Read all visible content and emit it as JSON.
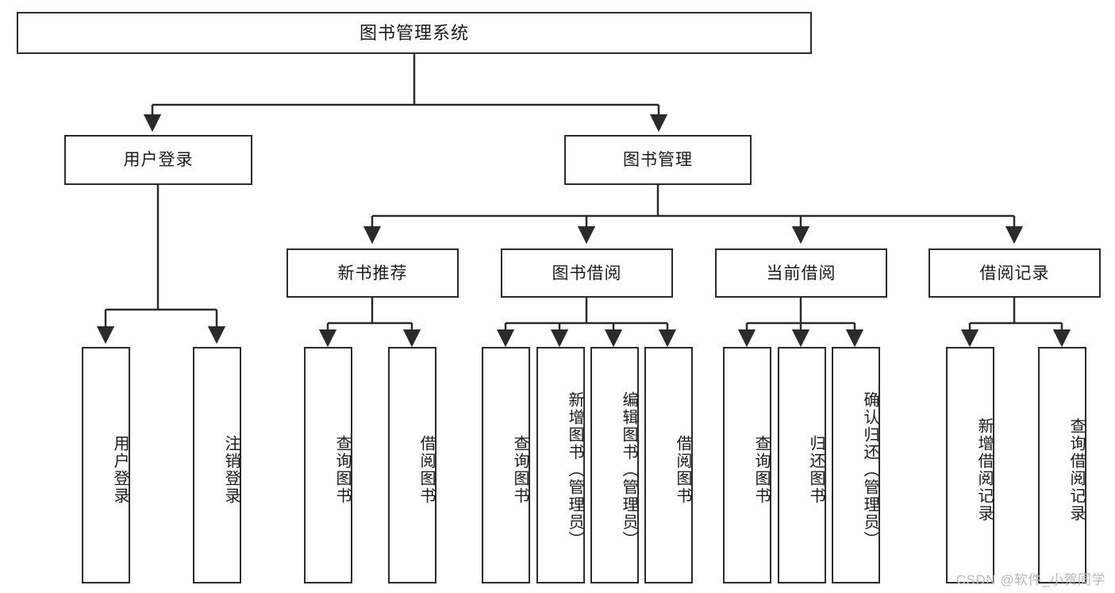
{
  "diagram": {
    "type": "tree-hierarchy",
    "title": "图书管理系统",
    "watermark": "CSDN @软件_小贺同学",
    "levels": {
      "root": {
        "label": "图书管理系统"
      },
      "level1": [
        {
          "id": "user-login",
          "label": "用户登录"
        },
        {
          "id": "book-manage",
          "label": "图书管理"
        }
      ],
      "level2": [
        {
          "id": "new-book-rec",
          "label": "新书推荐",
          "parent": "book-manage"
        },
        {
          "id": "book-borrow",
          "label": "图书借阅",
          "parent": "book-manage"
        },
        {
          "id": "current-borrow",
          "label": "当前借阅",
          "parent": "book-manage"
        },
        {
          "id": "borrow-record",
          "label": "借阅记录",
          "parent": "book-manage"
        }
      ],
      "leaves": [
        {
          "id": "leaf-user-login",
          "label": "用户登录",
          "parent": "user-login"
        },
        {
          "id": "leaf-logout",
          "label": "注销登录",
          "parent": "user-login"
        },
        {
          "id": "leaf-query-book-1",
          "label": "查询图书",
          "parent": "new-book-rec"
        },
        {
          "id": "leaf-borrow-book-1",
          "label": "借阅图书",
          "parent": "new-book-rec"
        },
        {
          "id": "leaf-query-book-2",
          "label": "查询图书",
          "parent": "book-borrow"
        },
        {
          "id": "leaf-add-book",
          "label": "新增图书（管理员）",
          "parent": "book-borrow"
        },
        {
          "id": "leaf-edit-book",
          "label": "编辑图书（管理员）",
          "parent": "book-borrow"
        },
        {
          "id": "leaf-borrow-book-2",
          "label": "借阅图书",
          "parent": "book-borrow"
        },
        {
          "id": "leaf-query-book-3",
          "label": "查询图书",
          "parent": "current-borrow"
        },
        {
          "id": "leaf-return-book",
          "label": "归还图书",
          "parent": "current-borrow"
        },
        {
          "id": "leaf-confirm-return",
          "label": "确认归还（管理员）",
          "parent": "current-borrow"
        },
        {
          "id": "leaf-add-record",
          "label": "新增借阅记录",
          "parent": "borrow-record"
        },
        {
          "id": "leaf-query-record",
          "label": "查询借阅记录",
          "parent": "borrow-record"
        }
      ]
    },
    "colors": {
      "stroke": "#2b2b2b",
      "fill": "#ffffff",
      "watermark": "#b9b9b9"
    }
  }
}
